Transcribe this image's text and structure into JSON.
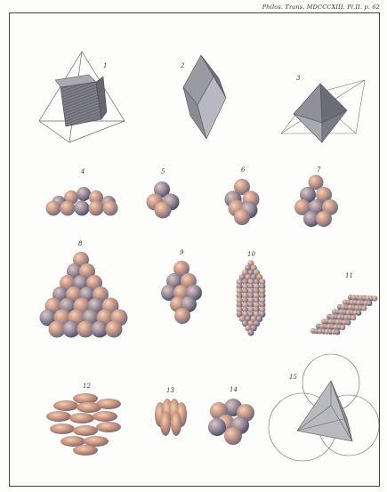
{
  "header": {
    "text": "Philos. Trans. MDCCCXIII. Pl.II. p. 62"
  },
  "figures": [
    {
      "number": "1"
    },
    {
      "number": "2"
    },
    {
      "number": "3"
    },
    {
      "number": "4"
    },
    {
      "number": "5"
    },
    {
      "number": "6"
    },
    {
      "number": "7"
    },
    {
      "number": "8"
    },
    {
      "number": "9"
    },
    {
      "number": "10"
    },
    {
      "number": "11"
    },
    {
      "number": "12"
    },
    {
      "number": "13"
    },
    {
      "number": "14"
    },
    {
      "number": "15"
    }
  ],
  "colors": {
    "sphere_light": "#d9a58a",
    "sphere_dark": "#6f6f88",
    "face_grey": "#8e8e96",
    "face_dark": "#5c5c66",
    "line": "#555555"
  }
}
